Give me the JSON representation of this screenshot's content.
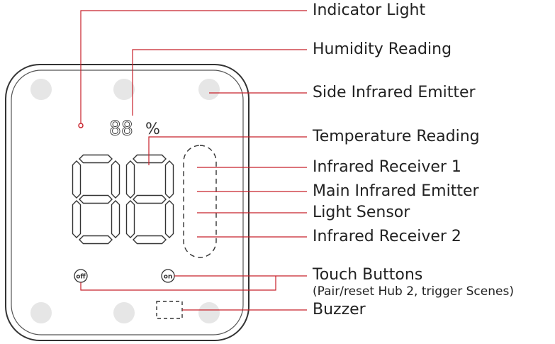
{
  "labels": {
    "indicator_light": "Indicator Light",
    "humidity_reading": "Humidity Reading",
    "side_infrared_emitter": "Side Infrared Emitter",
    "temperature_reading": "Temperature Reading",
    "infrared_receiver_1": "Infrared Receiver 1",
    "main_infrared_emitter": "Main Infrared Emitter",
    "light_sensor": "Light Sensor",
    "infrared_receiver_2": "Infrared Receiver 2",
    "touch_buttons": "Touch Buttons",
    "touch_buttons_note": "(Pair/reset Hub 2, trigger Scenes)",
    "buzzer": "Buzzer"
  },
  "device": {
    "humidity_digits": "88",
    "humidity_unit": "%",
    "temperature_digits": "88",
    "button_off": "off",
    "button_on": "on"
  },
  "colors": {
    "leader_line": "#c8202a",
    "outline": "#333333",
    "pad": "#e6e6e6"
  }
}
